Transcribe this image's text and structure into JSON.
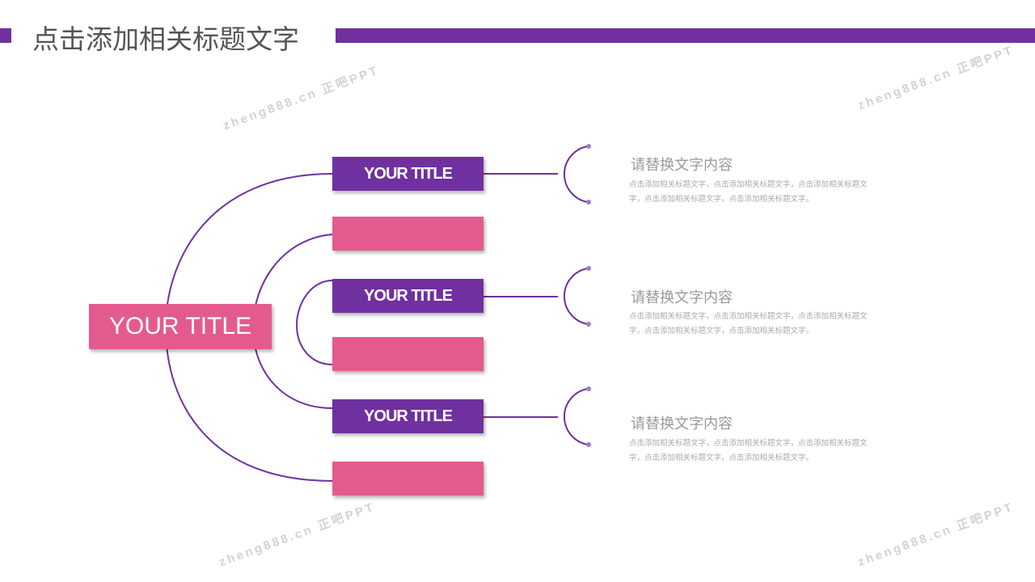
{
  "header": {
    "title": "点击添加相关标题文字"
  },
  "center": {
    "label": "YOUR TITLE"
  },
  "branches": [
    {
      "label": "YOUR TITLE",
      "heading": "请替换文字内容",
      "body": "点击添加相关标题文字，点击添加相关标题文字，点击添加相关标题文字，点击添加相关标题文字，点击添加相关标题文字。"
    },
    {
      "label": "YOUR TITLE",
      "heading": "请替换文字内容",
      "body": "点击添加相关标题文字，点击添加相关标题文字，点击添加相关标题文字，点击添加相关标题文字，点击添加相关标题文字。"
    },
    {
      "label": "YOUR TITLE",
      "heading": "请替换文字内容",
      "body": "点击添加相关标题文字，点击添加相关标题文字，点击添加相关标题文字，点击添加相关标题文字，点击添加相关标题文字。"
    }
  ],
  "watermark": "zheng888.cn 正吧PPT",
  "colors": {
    "purple": "#7030a0",
    "pink": "#e35b8e"
  }
}
